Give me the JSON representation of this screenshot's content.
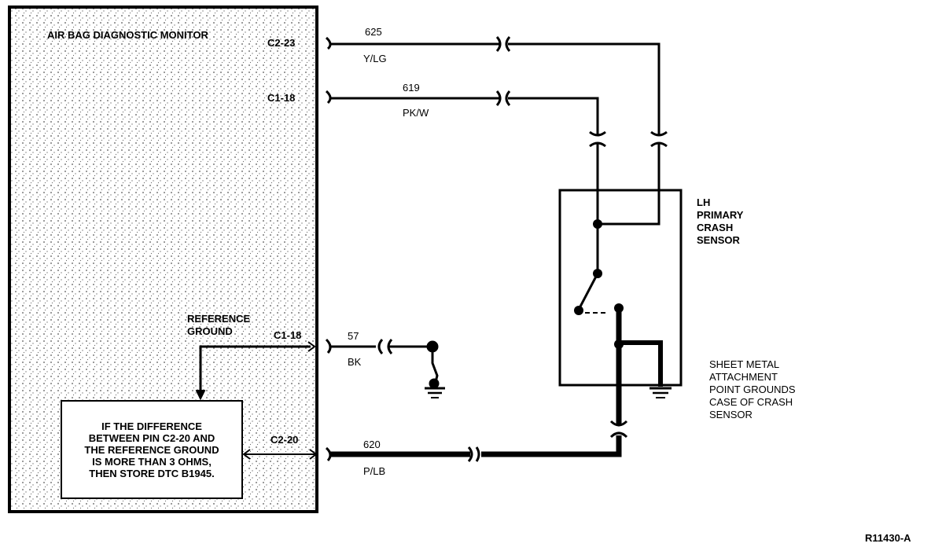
{
  "module": {
    "title": "AIR BAG DIAGNOSTIC MONITOR",
    "reference_ground_label": [
      "REFERENCE",
      "GROUND"
    ],
    "note_lines": [
      "IF THE DIFFERENCE",
      "BETWEEN PIN C2-20 AND",
      "THE REFERENCE GROUND",
      "IS MORE THAN 3 OHMS,",
      "THEN STORE DTC B1945."
    ]
  },
  "pins": {
    "p1": "C2-23",
    "p2": "C1-18",
    "p3": "C1-18",
    "p4": "C2-20"
  },
  "wires": [
    {
      "circuit": "625",
      "color": "Y/LG"
    },
    {
      "circuit": "619",
      "color": "PK/W"
    },
    {
      "circuit": "57",
      "color": "BK"
    },
    {
      "circuit": "620",
      "color": "P/LB"
    }
  ],
  "sensor": {
    "label": [
      "LH",
      "PRIMARY",
      "CRASH",
      "SENSOR"
    ]
  },
  "ground_note": [
    "SHEET METAL",
    "ATTACHMENT",
    "POINT GROUNDS",
    "CASE OF CRASH",
    "SENSOR"
  ],
  "figure_id": "R11430-A",
  "colors": {
    "ink": "#000000",
    "paper": "#ffffff",
    "stipple": "#6b6b6b"
  }
}
